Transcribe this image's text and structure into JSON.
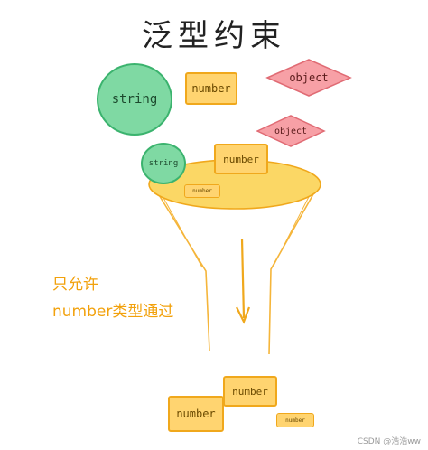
{
  "title": "泛型约束",
  "shapes": {
    "string_big": "string",
    "number_top": "number",
    "object_top": "object",
    "object_mid": "object",
    "string_small": "string",
    "number_mid": "number",
    "number_tiny_in": "number",
    "number_out_right": "number",
    "number_out_left": "number",
    "number_out_tiny": "number"
  },
  "note": {
    "line1": "只允许",
    "line2": "number类型通过"
  },
  "watermark": "CSDN @浩浩ww",
  "colors": {
    "string": "#7fd9a3",
    "number": "#ffd470",
    "object": "#f7a0a6",
    "funnel": "#fbd765",
    "arrow": "#f0a81c"
  }
}
